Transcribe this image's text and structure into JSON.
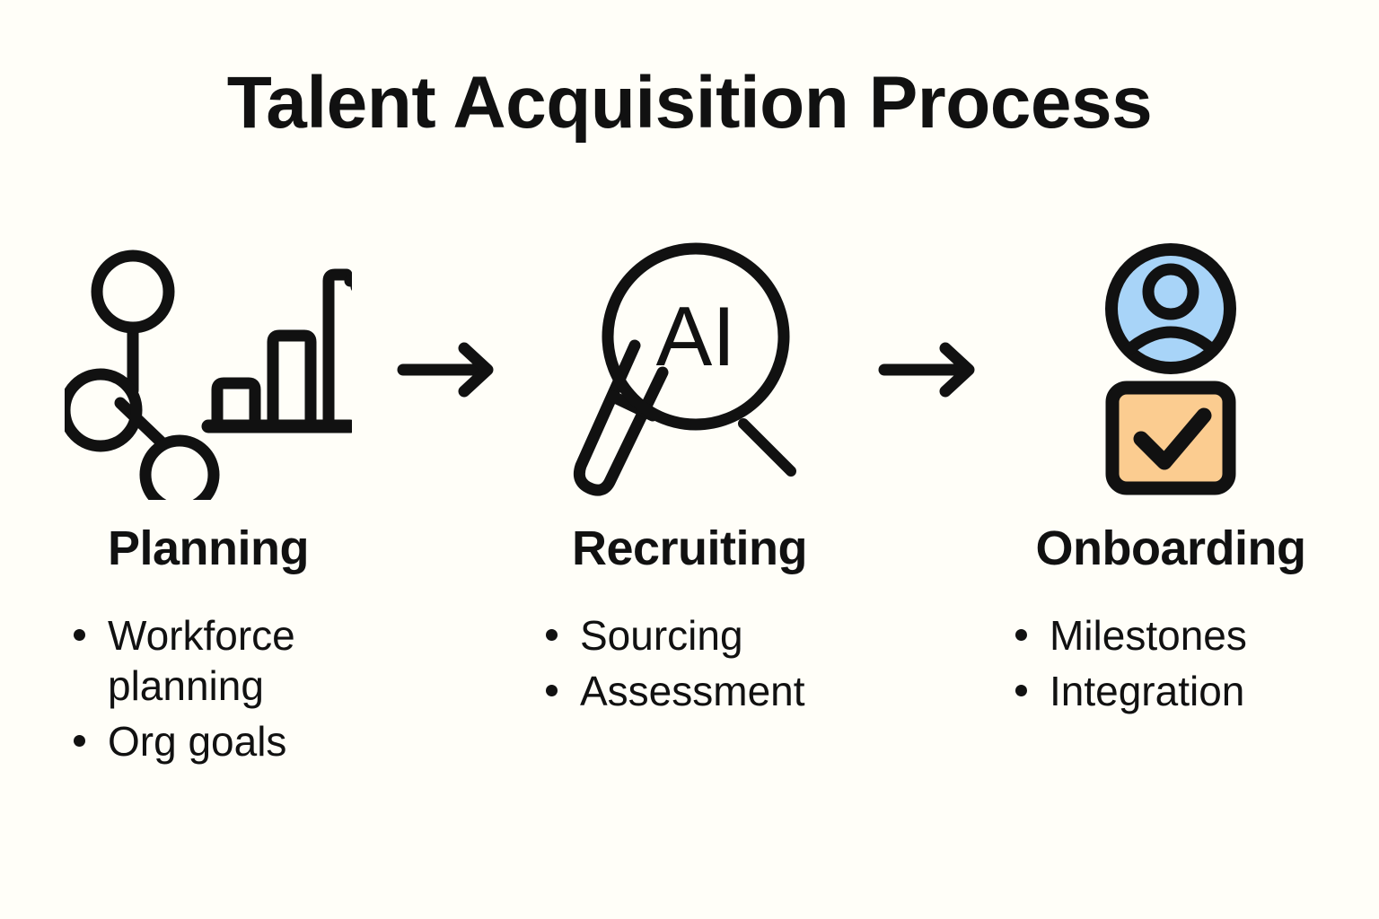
{
  "page": {
    "title": "Talent Acquisition Process",
    "background_color": "#FFFEF8",
    "text_color": "#111111"
  },
  "colors": {
    "ink": "#111111",
    "avatar_fill": "#A8D4F8",
    "check_box_fill": "#FBCC90"
  },
  "steps": [
    {
      "heading": "Planning",
      "icon": "network-nodes-and-bar-chart-icon",
      "bullets": [
        "Workforce planning",
        "Org goals"
      ]
    },
    {
      "heading": "Recruiting",
      "icon": "magnifier-ai-icon",
      "icon_label": "AI",
      "bullets": [
        "Sourcing",
        "Assessment"
      ]
    },
    {
      "heading": "Onboarding",
      "icon": "person-avatar-and-checkbox-icon",
      "bullets": [
        "Milestones",
        "Integration"
      ]
    }
  ],
  "connectors": [
    {
      "name": "arrow-planning-to-recruiting",
      "glyph": "right-arrow-icon"
    },
    {
      "name": "arrow-recruiting-to-onboarding",
      "glyph": "right-arrow-icon"
    }
  ]
}
